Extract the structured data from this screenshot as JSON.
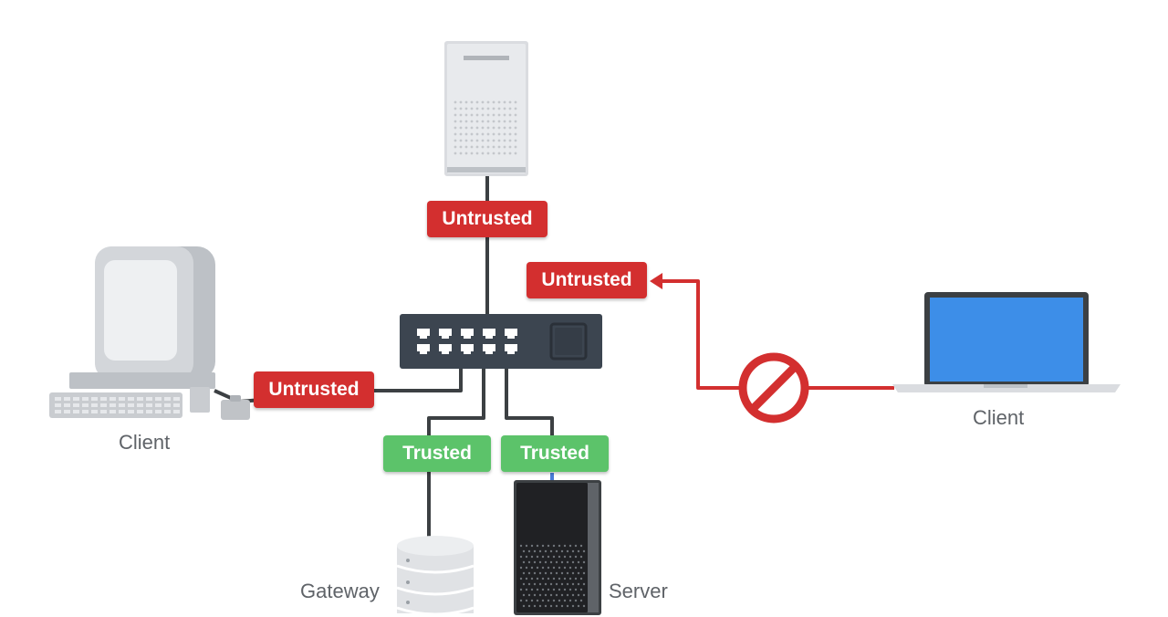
{
  "colors": {
    "untrusted": "#d32f2f",
    "trusted": "#5cc36a",
    "cable": "#3c4043",
    "blocked_cable": "#d32f2f",
    "switch_body": "#3c4550",
    "laptop_screen": "#3d8ee8",
    "label_text": "#5f6368"
  },
  "icons": [
    "tower-server-icon",
    "network-switch-icon",
    "desktop-client-icon",
    "laptop-client-icon",
    "blocked-icon",
    "database-gateway-icon",
    "dark-server-icon"
  ],
  "badges": {
    "top": "Untrusted",
    "laptop": "Untrusted",
    "desktop": "Untrusted",
    "gateway": "Trusted",
    "server": "Trusted"
  },
  "labels": {
    "desktop_client": "Client",
    "laptop_client": "Client",
    "gateway": "Gateway",
    "server": "Server"
  }
}
